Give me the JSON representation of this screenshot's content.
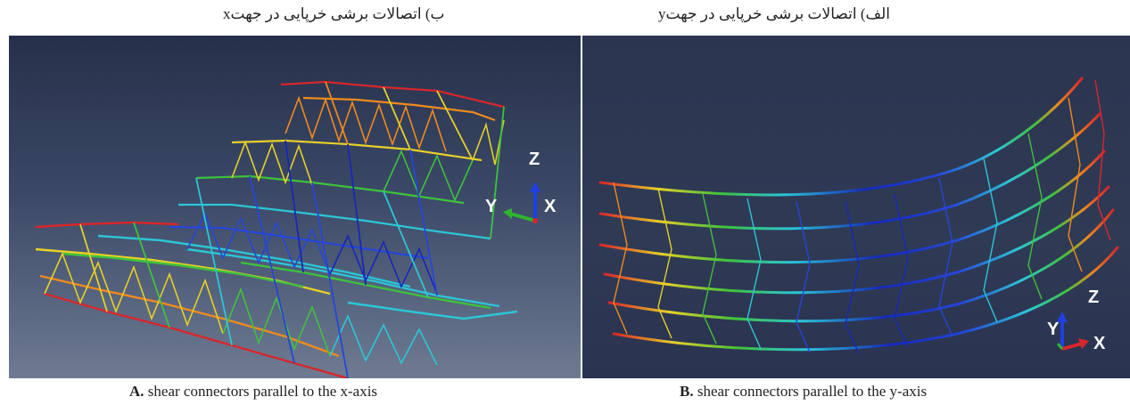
{
  "figure": {
    "left_persian_label": "ب) اتصالات برشی خرپایی در جهت",
    "left_persian_axis": "x",
    "right_persian_label": "الف) اتصالات برشی خرپایی در جهت",
    "right_persian_axis": "y",
    "left_caption_tag": "A.",
    "left_caption_text": " shear connectors parallel to the x-axis",
    "right_caption_tag": "B.",
    "right_caption_text": " shear connectors parallel to the y-axis"
  },
  "left_triad": {
    "z": "Z",
    "y": "Y",
    "x": "X"
  },
  "right_triad": {
    "z": "Z",
    "y": "Y",
    "x": "X"
  },
  "colors": {
    "red": "#d8262a",
    "orange": "#f08a1e",
    "yellow": "#e6d028",
    "green": "#3ec23c",
    "cyan": "#2cc6d6",
    "blue": "#2546d8",
    "deep_blue": "#1628b8"
  }
}
